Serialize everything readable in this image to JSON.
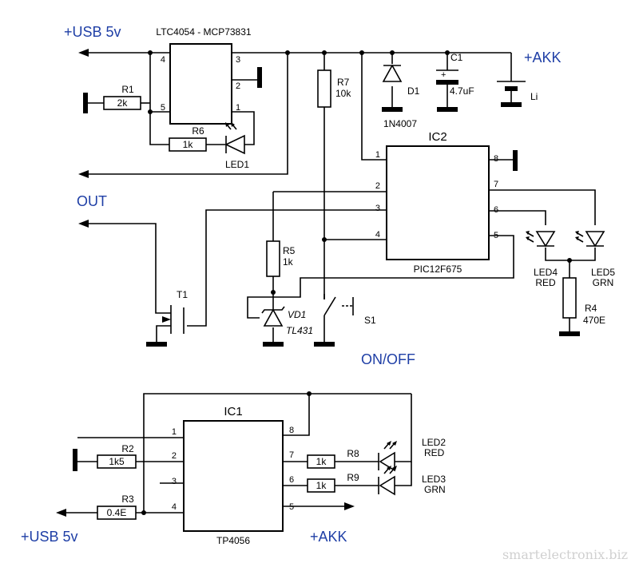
{
  "labels": {
    "usb_top": "+USB 5v",
    "usb_bottom": "+USB 5v",
    "akk_top": "+AKK",
    "akk_bottom": "+AKK",
    "out": "OUT",
    "onoff": "ON/OFF"
  },
  "colors": {
    "label_blue": "#1f3fa6",
    "wire": "#000000",
    "watermark": "#d0d0d0"
  },
  "charger_top": {
    "part": "LTC4054 - MCP73831",
    "pins": [
      "4",
      "3",
      "2",
      "5",
      "1"
    ]
  },
  "ic2": {
    "title": "IC2",
    "part": "PIC12F675",
    "pins_left": [
      "1",
      "2",
      "3",
      "4"
    ],
    "pins_right": [
      "8",
      "7",
      "6",
      "5"
    ]
  },
  "ic1": {
    "title": "IC1",
    "part": "TP4056",
    "pins_left": [
      "1",
      "2",
      "3",
      "4"
    ],
    "pins_right": [
      "8",
      "7",
      "6",
      "5"
    ]
  },
  "components": {
    "r1": {
      "name": "R1",
      "value": "2k"
    },
    "r6": {
      "name": "R6",
      "value": "1k"
    },
    "led1": {
      "name": "LED1"
    },
    "r7": {
      "name": "R7",
      "value": "10k"
    },
    "d1": {
      "name": "D1",
      "part": "1N4007"
    },
    "c1": {
      "name": "C1",
      "value": "4.7uF"
    },
    "battery": {
      "name": "Li"
    },
    "r5": {
      "name": "R5",
      "value": "1k"
    },
    "vd1": {
      "name": "VD1",
      "part": "TL431"
    },
    "t1": {
      "name": "T1"
    },
    "s1": {
      "name": "S1"
    },
    "led4": {
      "name": "LED4",
      "color": "RED"
    },
    "led5": {
      "name": "LED5",
      "color": "GRN"
    },
    "r4": {
      "name": "R4",
      "value": "470E"
    },
    "r2": {
      "name": "R2",
      "value": "1k5"
    },
    "r3": {
      "name": "R3",
      "value": "0.4E"
    },
    "r8": {
      "name": "R8",
      "value": "1k"
    },
    "r9": {
      "name": "R9",
      "value": "1k"
    },
    "led2": {
      "name": "LED2",
      "color": "RED"
    },
    "led3": {
      "name": "LED3",
      "color": "GRN"
    }
  },
  "watermark": "smartelectronix.biz"
}
